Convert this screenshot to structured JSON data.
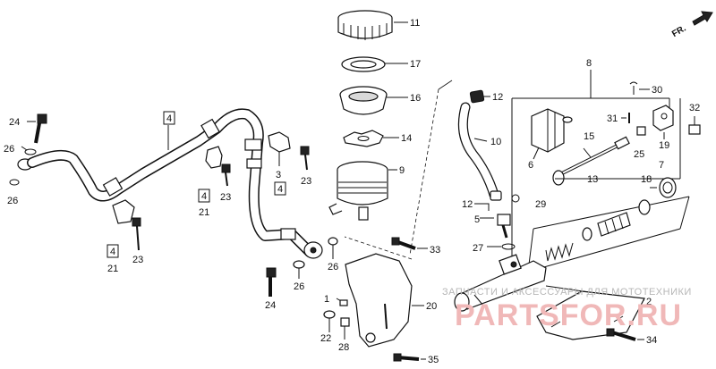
{
  "orientation": {
    "label": "FR."
  },
  "callouts": [
    {
      "id": "c11",
      "text": "11"
    },
    {
      "id": "c17",
      "text": "17"
    },
    {
      "id": "c16",
      "text": "16"
    },
    {
      "id": "c14",
      "text": "14"
    },
    {
      "id": "c9",
      "text": "9"
    },
    {
      "id": "c12a",
      "text": "12"
    },
    {
      "id": "c10",
      "text": "10"
    },
    {
      "id": "c8",
      "text": "8"
    },
    {
      "id": "c30",
      "text": "30"
    },
    {
      "id": "c31",
      "text": "31"
    },
    {
      "id": "c32",
      "text": "32"
    },
    {
      "id": "c19",
      "text": "19"
    },
    {
      "id": "c6",
      "text": "6"
    },
    {
      "id": "c15",
      "text": "15"
    },
    {
      "id": "c25",
      "text": "25"
    },
    {
      "id": "c7",
      "text": "7"
    },
    {
      "id": "c18",
      "text": "18"
    },
    {
      "id": "c13",
      "text": "13"
    },
    {
      "id": "c29",
      "text": "29"
    },
    {
      "id": "c12b",
      "text": "12"
    },
    {
      "id": "c5",
      "text": "5"
    },
    {
      "id": "c27",
      "text": "27"
    },
    {
      "id": "c33",
      "text": "33"
    },
    {
      "id": "c2",
      "text": "2"
    },
    {
      "id": "c34",
      "text": "34"
    },
    {
      "id": "c35",
      "text": "35"
    },
    {
      "id": "c20",
      "text": "20"
    },
    {
      "id": "c1",
      "text": "1"
    },
    {
      "id": "c22",
      "text": "22"
    },
    {
      "id": "c28",
      "text": "28"
    },
    {
      "id": "c24a",
      "text": "24"
    },
    {
      "id": "c26a",
      "text": "26"
    },
    {
      "id": "c26b",
      "text": "26"
    },
    {
      "id": "c26c",
      "text": "26"
    },
    {
      "id": "c24b",
      "text": "24"
    },
    {
      "id": "c26d",
      "text": "26"
    },
    {
      "id": "c21a",
      "text": "21"
    },
    {
      "id": "c23a",
      "text": "23"
    },
    {
      "id": "c21b",
      "text": "21"
    },
    {
      "id": "c23b",
      "text": "23"
    },
    {
      "id": "c3",
      "text": "3"
    },
    {
      "id": "c23c",
      "text": "23"
    }
  ],
  "boxed_refs": [
    {
      "id": "b4a",
      "text": "4"
    },
    {
      "id": "b4b",
      "text": "4"
    },
    {
      "id": "b4c",
      "text": "4"
    },
    {
      "id": "b4d",
      "text": "4"
    }
  ],
  "watermark": {
    "caption": "ЗАПЧАСТИ И АКСЕССУАРЫ ДЛЯ МОТОТЕХНИКИ",
    "brand": "PARTSFOR.RU"
  }
}
